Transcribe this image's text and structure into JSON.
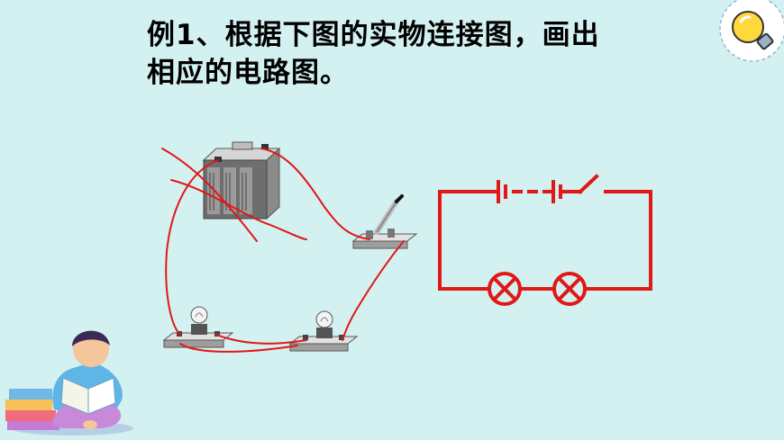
{
  "slide": {
    "title_line1": "例1、根据下图的实物连接图，画出",
    "title_line2": "相应的电路图。"
  },
  "colors": {
    "background": "#d4f1f1",
    "wire": "#e01818",
    "circuit": "#e01818"
  },
  "icons": {
    "corner": "lightbulb-icon",
    "illustration": "reading-child-illustration"
  }
}
